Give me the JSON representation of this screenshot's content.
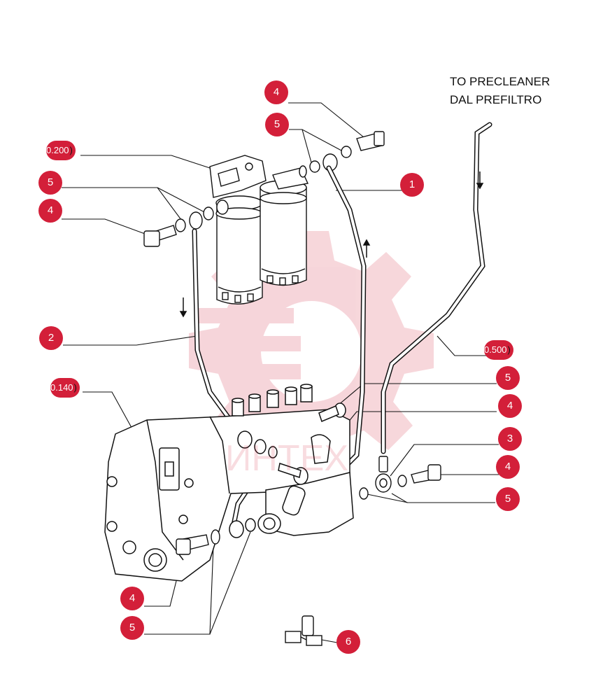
{
  "note": {
    "line1": "TO PRECLEANER",
    "line2": "DAL PREFILTRO"
  },
  "watermark": {
    "text": "ИНТЕХ",
    "color": "#d31f39"
  },
  "callout_color": "#d31f39",
  "references": {
    "filter_head": "0.200",
    "pump_body": "0.140",
    "precleaner_pipe": "0.500"
  },
  "callouts": {
    "bolt_top": "4",
    "washers_top": "5",
    "washers_left": "5",
    "bolt_left": "4",
    "pipe_1": "1",
    "pipe_2": "2",
    "washers_right_upper": "5",
    "bolt_right_upper": "4",
    "banjo_3": "3",
    "bolt_right_lower": "4",
    "washers_right_lower": "5",
    "bolt_bottom": "4",
    "washers_bottom": "5",
    "sensor_6": "6"
  }
}
